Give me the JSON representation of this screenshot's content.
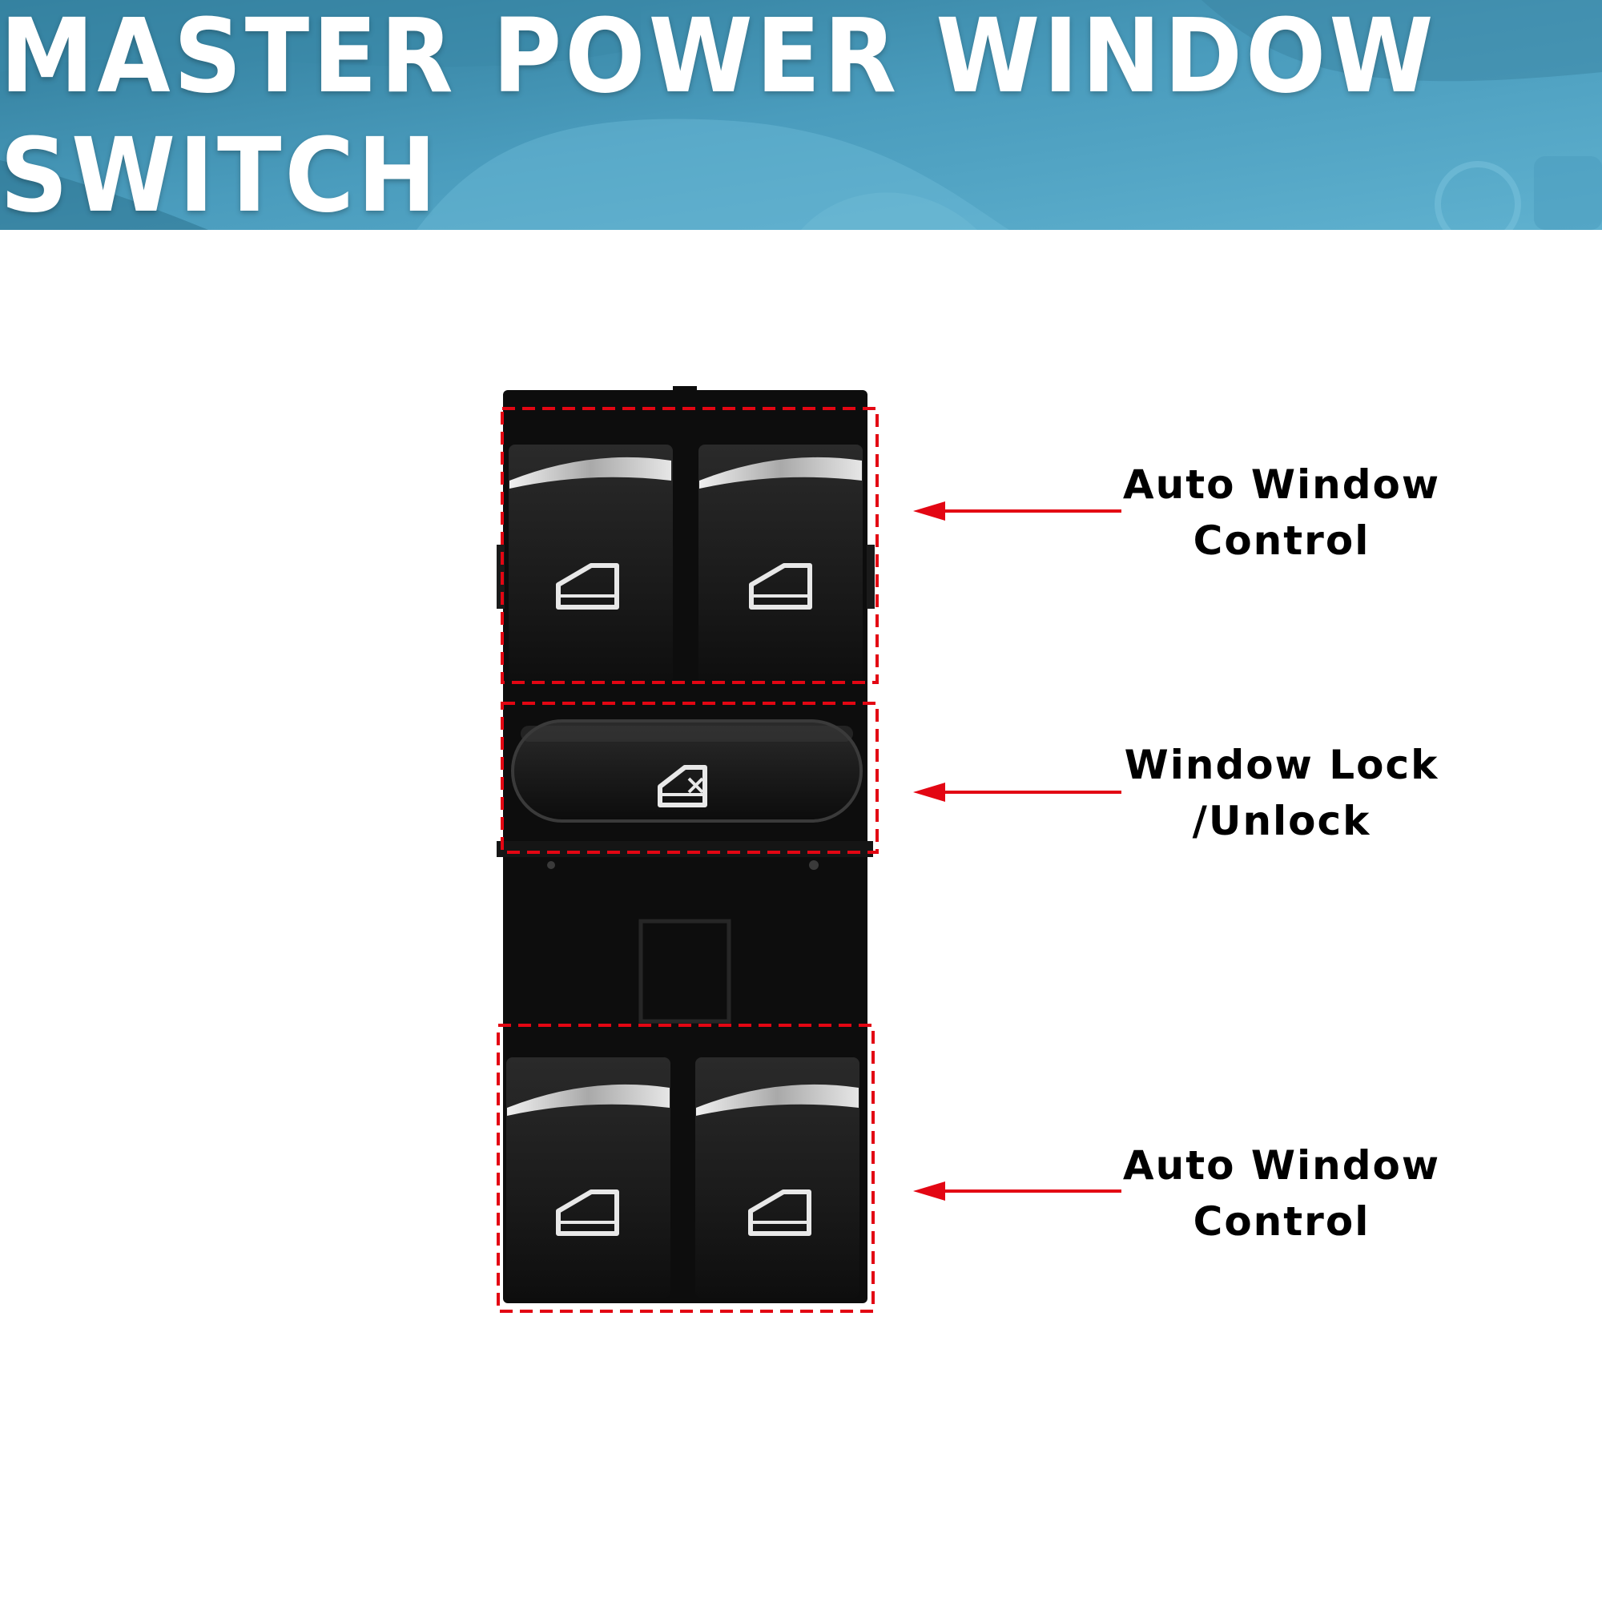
{
  "banner": {
    "title": "MASTER POWER WINDOW SWITCH",
    "background_color": "#3f8fb0"
  },
  "callouts": [
    {
      "line1": "Auto Window",
      "line2": "Control",
      "target": "front-window-switches"
    },
    {
      "line1": "Window Lock",
      "line2": "/Unlock",
      "target": "window-lock-button"
    },
    {
      "line1": "Auto Window",
      "line2": "Control",
      "target": "rear-window-switches"
    }
  ],
  "colors": {
    "highlight_dash": "#e30613",
    "arrow": "#e30613",
    "switch_body": "#111111",
    "chrome": "#d8d8d8"
  },
  "icons": {
    "window_switch": "car-window-icon",
    "lock_button": "window-lock-icon"
  }
}
